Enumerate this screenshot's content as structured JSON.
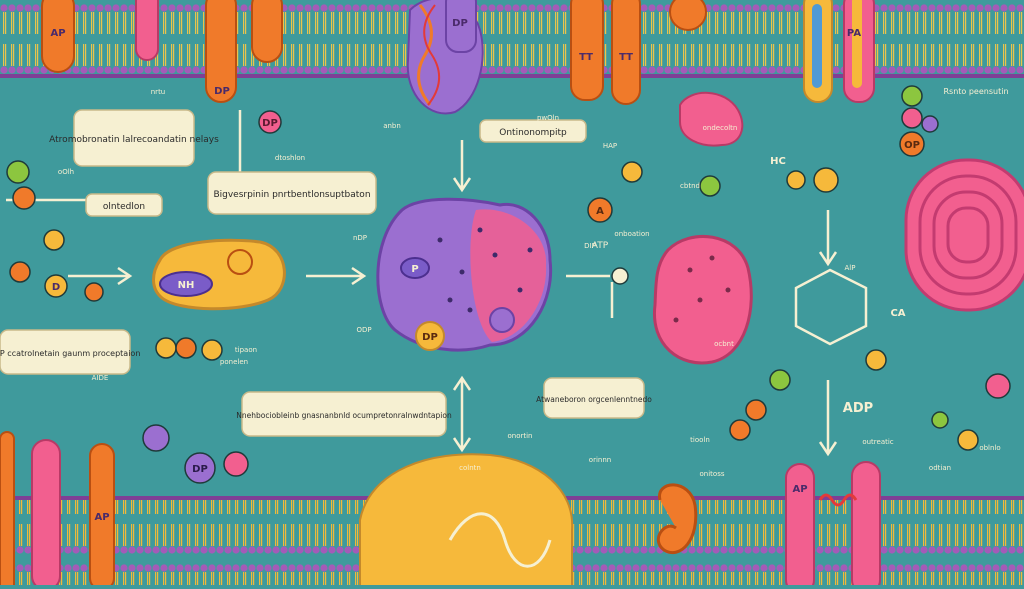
{
  "colors": {
    "background": "#3f9a9c",
    "membrane_head": "#9a4fb0",
    "membrane_tail": "#e8c04a",
    "orange": "#f07a2a",
    "pink": "#f25f8f",
    "yellow": "#f6b93b",
    "purple": "#9b6fd0",
    "green": "#8cc63f",
    "label_bg": "#f6f0d2"
  },
  "labels": {
    "top_left_box": "Atromobronatin lalrecoandatin nelays",
    "mid_left_box": "Bigvesrpinin pnrtbentlonsuptbaton",
    "left_small_box": "olntedlon",
    "apt_box": "APP ccatrolnetain gaunm proceptaion",
    "center_top_box": "Ontinonompitp",
    "bottom_center_box": "Nnehbociobleinb gnasnanbnld ocumpretonralnwdntapion",
    "right_center_box": "Atwaneboron orgcenlenntnedo",
    "right_small_text": "Rsnto peensutin",
    "apt_right": "ADP",
    "atp_mid": "ATP"
  },
  "markers": {
    "ap_left": "AP",
    "dp1": "DP",
    "dp2": "DP",
    "op": "OP",
    "tt1": "TT",
    "tt2": "TT",
    "pa": "PA",
    "dp3": "DP",
    "ap_right": "AP",
    "dp_bottom": "DP",
    "p_center": "P",
    "a_mid": "A",
    "hc": "HC",
    "ca": "CA",
    "d_node": "D",
    "nh": "NH",
    "dp_pink": "DP",
    "ap_bottom": "AP"
  },
  "tiny_labels": [
    "oOlh",
    "nrtu",
    "dtoshlon",
    "AIDE",
    "colntn",
    "pwOln",
    "ondecoltn",
    "HAP",
    "DIP",
    "nDP",
    "ODP",
    "ponelen",
    "tipaon",
    "onboation",
    "cbtnd",
    "ocbnt",
    "tiooln",
    "orinnn",
    "onitoss",
    "AlP",
    "outreatic",
    "odtian",
    "oblnlo",
    "onortin",
    "anbn"
  ]
}
